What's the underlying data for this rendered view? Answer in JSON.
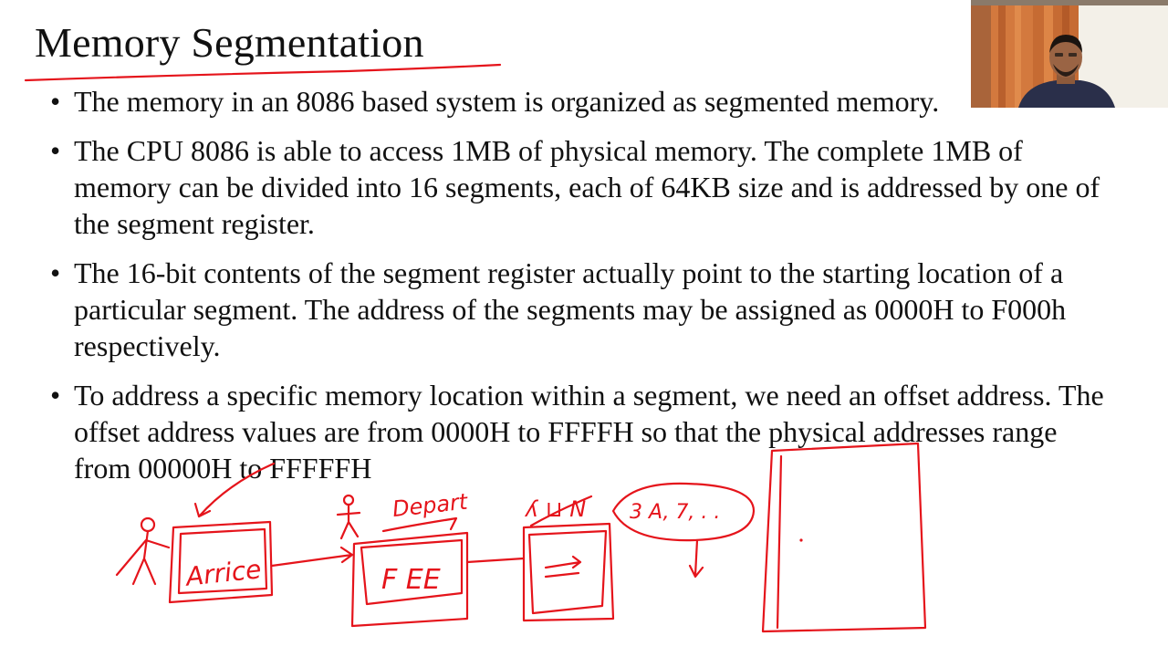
{
  "slide": {
    "title": "Memory Segmentation",
    "bullets": [
      "The memory in an 8086 based system is organized as segmented memory.",
      "The CPU 8086 is able to access 1MB of physical memory. The complete 1MB of memory can be divided into 16 segments, each of 64KB size and is addressed by one of the segment register.",
      "The 16-bit contents of the segment register actually point to the starting location of a particular segment. The address of the segments may be assigned as 0000H to F000h respectively.",
      "To address a specific memory location within a segment, we need an offset address. The offset address values are from 0000H to FFFFH so that the physical addresses range from 00000H to FFFFFH"
    ]
  },
  "annotations": {
    "ink_color": "#e5141b",
    "labels": {
      "box1": "Arrice",
      "box2": "F EE",
      "above_box2": "Depart",
      "box3": "⇄",
      "bubble": "3 A, 7, . .",
      "above_box3": "ʎ ⊔ N"
    }
  },
  "webcam": {
    "description_icon": "presenter-webcam"
  }
}
